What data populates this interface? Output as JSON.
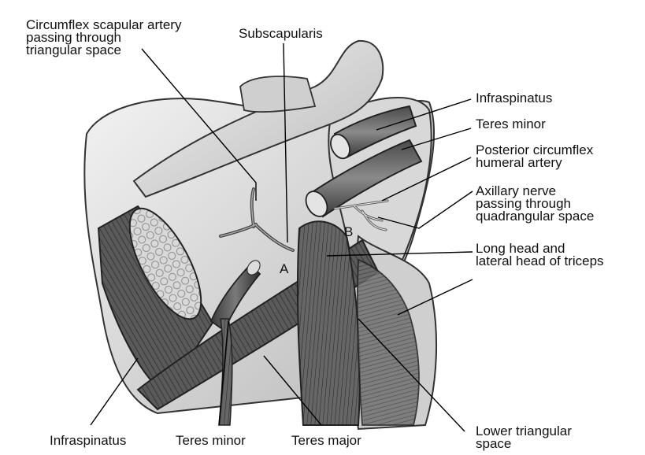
{
  "labels": {
    "circumflex_scapular": [
      "Circumflex scapular artery",
      "passing through",
      "triangular space"
    ],
    "subscapularis": "Subscapularis",
    "infraspinatus_right": "Infraspinatus",
    "teres_minor_right": "Teres minor",
    "posterior_circumflex": [
      "Posterior circumflex",
      "humeral artery"
    ],
    "axillary_nerve": [
      "Axillary nerve",
      "passing through",
      "quadrangular space"
    ],
    "triceps": [
      "Long head and",
      "lateral head of triceps"
    ],
    "lower_triangular": [
      "Lower triangular",
      "space"
    ],
    "infraspinatus_bottom": "Infraspinatus",
    "teres_minor_bottom": "Teres minor",
    "teres_major_bottom": "Teres major",
    "space_a": "A",
    "space_b": "B"
  }
}
